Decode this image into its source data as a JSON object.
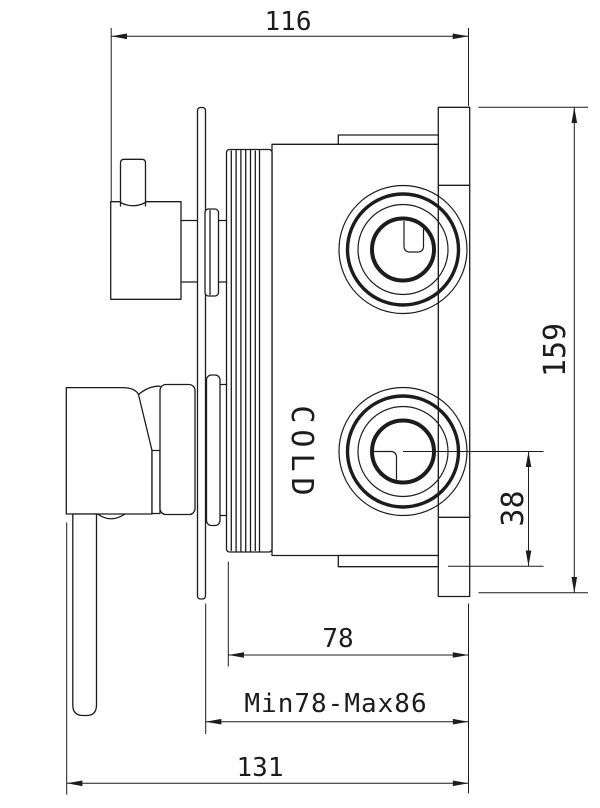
{
  "drawing": {
    "type": "technical-dimension-drawing",
    "subject": "Concealed thermostatic shower mixer valve, side elevation",
    "port_label": "COLD",
    "dimensions": {
      "overall_width": "116",
      "overall_height": "159",
      "outlet_offset": "38",
      "body_depth": "78",
      "install_depth_range": "Min78-Max86",
      "total_depth": "131"
    },
    "colors": {
      "line": "#1c1c1c",
      "background": "#ffffff"
    }
  }
}
